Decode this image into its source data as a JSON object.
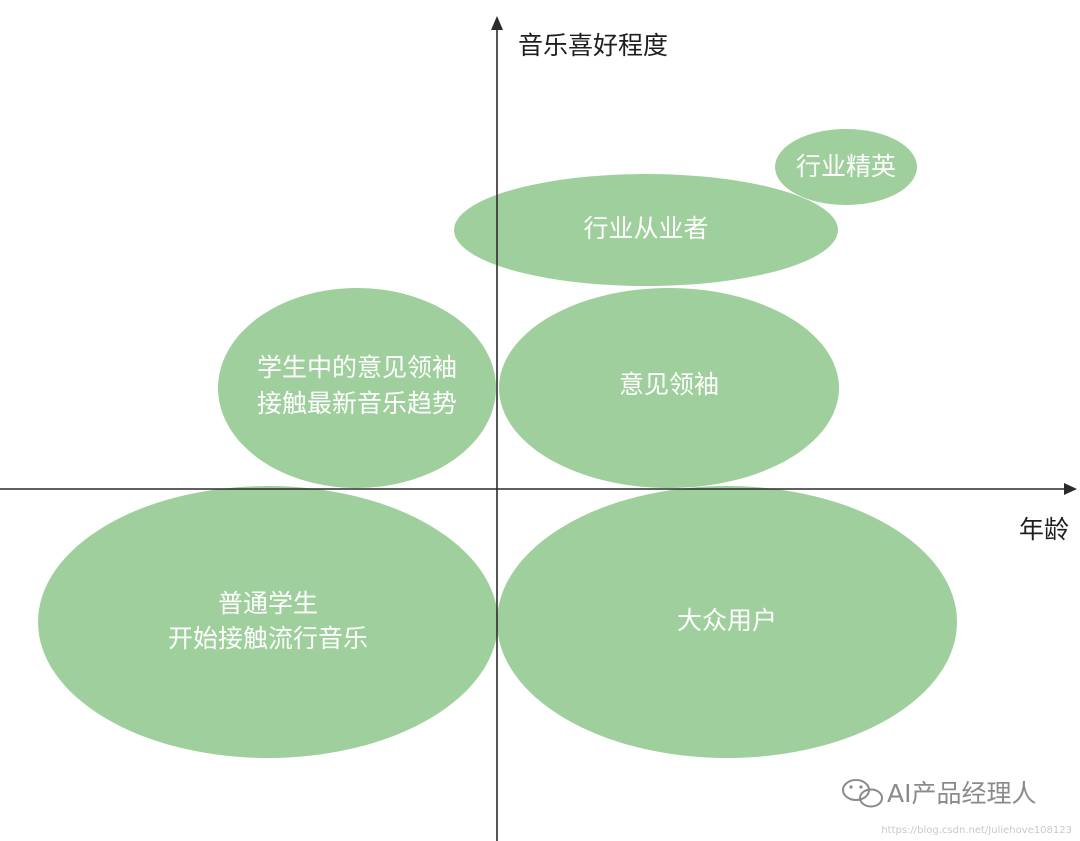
{
  "axes": {
    "y_label": "音乐喜好程度",
    "x_label": "年龄"
  },
  "bubbles": {
    "industry_elite": {
      "label": "行业精英"
    },
    "practitioners": {
      "label": "行业从业者"
    },
    "student_leaders": {
      "line1": "学生中的意见领袖",
      "line2": "接触最新音乐趋势"
    },
    "opinion_leaders": {
      "label": "意见领袖"
    },
    "ordinary_students": {
      "line1": "普通学生",
      "line2": "开始接触流行音乐"
    },
    "mass_users": {
      "label": "大众用户"
    }
  },
  "watermark": {
    "account": "AI产品经理人",
    "url": "https://blog.csdn.net/Juliehove108123",
    "icon": "wechat-icon"
  },
  "colors": {
    "bubble_fill": "#9fcf9c",
    "bubble_text": "#ffffff",
    "axis": "#2b2b2b"
  }
}
